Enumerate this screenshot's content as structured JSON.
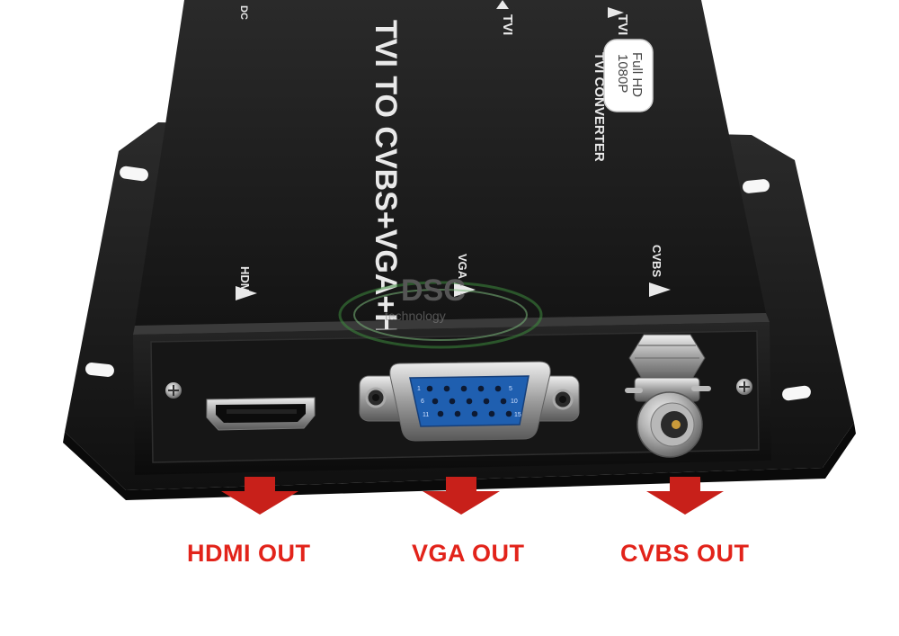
{
  "device": {
    "top_title": "TVI TO CVBS+VGA+HDMI",
    "model": "TVI CONVERTER",
    "badge_line1": "Full HD",
    "badge_line2": "1080P",
    "input_mark": "TVI",
    "dc_mark": "DC",
    "port_hdmi": "HDMI",
    "port_vga": "VGA",
    "port_cvbs": "CVBS",
    "vga_pin1": "1",
    "vga_pin6": "6",
    "vga_pin10": "10",
    "vga_pin11": "11",
    "vga_pin5": "5",
    "vga_pin15": "15"
  },
  "watermark": {
    "brand": "DSC",
    "tagline": "technology"
  },
  "outputs": [
    {
      "label": "HDMI OUT"
    },
    {
      "label": "VGA OUT"
    },
    {
      "label": "CVBS OUT"
    }
  ],
  "colors": {
    "arrow": "#c8201a",
    "label": "#e2231a",
    "vga_connector": "#1f5fb0",
    "body": "#1e1e1e"
  }
}
